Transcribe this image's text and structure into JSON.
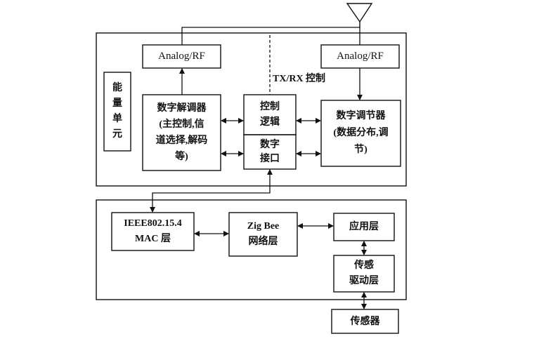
{
  "blocks": {
    "analog_rf_left": "Analog/RF",
    "analog_rf_right": "Analog/RF",
    "txrx_control": "TX/RX 控制",
    "energy_unit": "能\n量\n单\n元",
    "digital_demodulator": "数字解调器\n(主控制,信\n道选择,解码\n等)",
    "control_logic": "控制\n逻辑",
    "digital_interface": "数字\n接口",
    "digital_modulator": "数字调节器\n(数据分布,调\n节)",
    "ieee_mac": "IEEE802.15.4\nMAC 层",
    "zigbee_network": "Zig Bee\n网络层",
    "application_layer": "应用层",
    "sensor_driver_layer": "传感\n驱动层",
    "sensor": "传感器"
  }
}
